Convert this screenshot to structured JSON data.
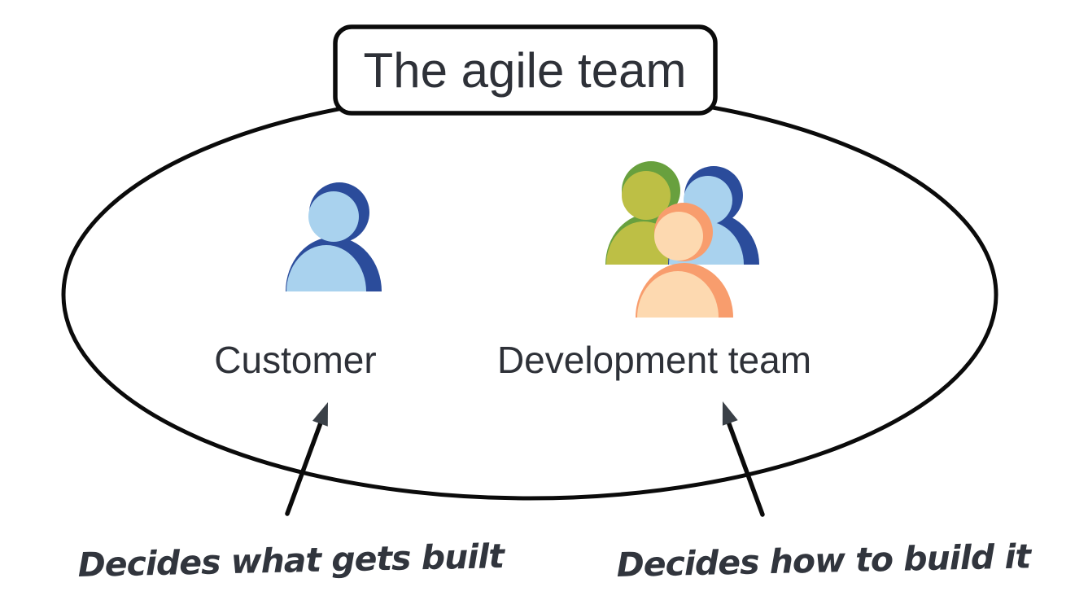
{
  "title": "The agile team",
  "members": {
    "customer": {
      "label": "Customer"
    },
    "development_team": {
      "label": "Development team"
    }
  },
  "annotations": {
    "customer_note": "Decides what gets built",
    "development_note": "Decides how to build it"
  },
  "icons": {
    "customer_icon": "single-person-icon",
    "development_team_icon": "three-person-group-icon"
  },
  "colors": {
    "outline": "#0b0b0b",
    "text": "#2e3138",
    "annotation_text": "#31353d",
    "arrowhead": "#3a4047",
    "box_fill": "#ffffff",
    "blue_dark": "#2b4c9b",
    "blue_light": "#a9d2ee",
    "green_dark": "#68a03e",
    "green_light": "#bdbf45",
    "orange_dark": "#f89d6d",
    "orange_light": "#fdd9b0"
  }
}
